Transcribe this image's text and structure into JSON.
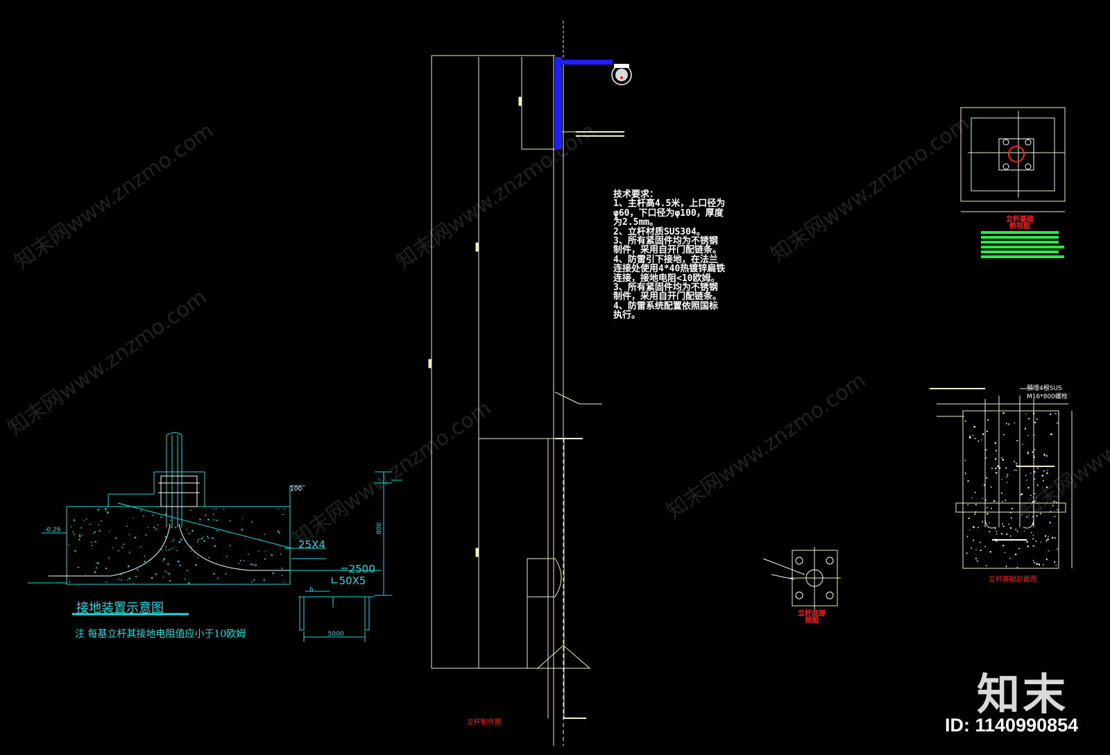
{
  "watermark": {
    "text": "知末网www.znzmo.com"
  },
  "brand": {
    "logo_text": "知末",
    "image_id": "ID: 1140990854"
  },
  "tech_requirements": {
    "lines": [
      "技术要求：",
      "1、主杆高4.5米，上口径为",
      "φ60，下口径为φ100，厚度",
      "为2.5mm。",
      "2、立杆材质SUS304。",
      "3、所有紧固件均为不锈钢",
      "制件，采用自开门配链条。",
      "4、防雷引下接地，在法兰",
      "连接处使用4*40热镀锌扁铁",
      "连接，接地电阻<10欧姆。",
      "3、所有紧固件均为不锈钢",
      "制件，采用自开门配链条。",
      "4、防雷系统配置依照国标",
      "执行。"
    ]
  },
  "grounding": {
    "title": "接地装置示意图",
    "note": "注    每基立杆其接地电阻值应小于10欧姆",
    "label_flat_steel": "25X4",
    "label_length": "=2500",
    "label_angle": "∟50X5",
    "dim_5000": "5000",
    "dim_800": "800",
    "dim_100": "100",
    "dim_6": "6",
    "elev": "-0.29"
  },
  "labels": {
    "pole_fabrication": "立杆制作图",
    "foundation_top": "立杆基础\n俯视图",
    "flange_top": "立杆底部\n视图",
    "foundation_section": "立杆基础剖面图",
    "bolt_label_1": "预埋4根SUS",
    "bolt_label_2": "M16*800螺栓"
  },
  "colors": {
    "background": "#000000",
    "line_yellow": "#f0f0c0",
    "cyan": "#22dde0",
    "red": "#ff2020",
    "blue": "#2020ff",
    "green": "#22ee44"
  }
}
